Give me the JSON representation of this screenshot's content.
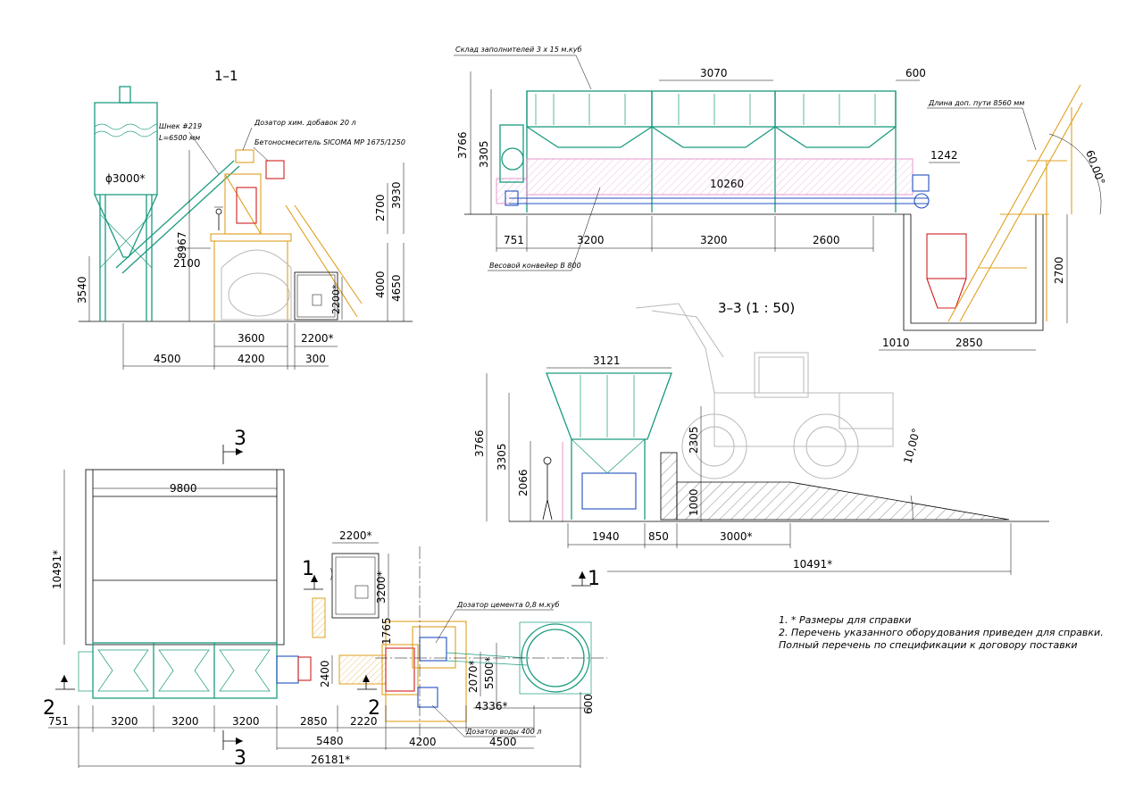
{
  "views": {
    "section_1_1": {
      "title": "1–1",
      "callouts": {
        "auger": "Шнек #219",
        "auger_len": "L=6500 мм",
        "dosing_chem": "Дозатор хим. добавок 20 л",
        "mixer": "Бетоносмеситель SICOMA MP 1675/1250",
        "silo_dia": "ϕ3000*"
      },
      "dims": {
        "h_auger": "8967",
        "h_silo": "3540",
        "w_2100": "2100",
        "h_2700": "2700",
        "h_3930": "3930",
        "h_4000": "4000",
        "h_4650": "4650",
        "h_2200": "2200*",
        "w_3600": "3600",
        "w_2200": "2200*",
        "w_4500": "4500",
        "w_4200": "4200",
        "w_300": "300"
      }
    },
    "section_2_2": {
      "callouts": {
        "bins": "Склад заполнителей 3 x 15 м.куб",
        "conveyor": "Весовой конвейер B 800",
        "incline": "Длина доп. пути 8560 мм"
      },
      "dims": {
        "w_3070": "3070",
        "w_600": "600",
        "h_3766": "3766",
        "h_3305": "3305",
        "h_1242": "1242",
        "len_10260": "10260",
        "w_751": "751",
        "w_3200a": "3200",
        "w_3200b": "3200",
        "w_2600": "2600",
        "angle_60": "60,00°",
        "h_2700": "2700",
        "w_1010": "1010",
        "w_2850": "2850"
      }
    },
    "section_3_3": {
      "title": "3–3 (1 : 50)",
      "dims": {
        "w_3121": "3121",
        "h_3766": "3766",
        "h_3305": "3305",
        "h_2066": "2066",
        "h_2305": "2305",
        "h_1000": "1000",
        "angle_10": "10,00°",
        "w_1940": "1940",
        "w_850": "850",
        "w_3000": "3000*",
        "w_10491": "10491*"
      }
    },
    "plan": {
      "callouts": {
        "cement_doser": "Дозатор цемента 0,8 м.куб",
        "water_doser": "Дозатор воды 400 л"
      },
      "dims": {
        "w_9800": "9800",
        "h_10491": "10491*",
        "w_2200": "2200*",
        "h_3200": "3200*",
        "h_1765": "1765",
        "h_2400": "2400",
        "h_2070": "2070*",
        "h_5500": "5500*",
        "w_4336": "4336*",
        "h_600": "600",
        "w_751": "751",
        "w_3200a": "3200",
        "w_3200b": "3200",
        "w_3200c": "3200",
        "w_2850": "2850",
        "w_2220": "2220",
        "w_4200": "4200",
        "w_4500": "4500",
        "w_5480": "5480",
        "w_26181": "26181*"
      },
      "section_marks": {
        "s1_top": "1",
        "s1_bottom": "1",
        "s2_left": "2",
        "s2_mid": "2",
        "s3_top": "3",
        "s3_bottom": "3"
      }
    }
  },
  "notes": [
    "1. * Размеры для справки",
    "2. Перечень указанного оборудования приведен для справки.",
    "Полный перечень по спецификации к договору поставки"
  ],
  "colors": {
    "structure_green": "#1a9a7f",
    "steel_orange": "#e0a020",
    "mixer_red": "#d02020",
    "aggregate_pink": "#e080c0",
    "conveyor_blue": "#2050c0",
    "loader_grey": "#b8b8b8"
  }
}
